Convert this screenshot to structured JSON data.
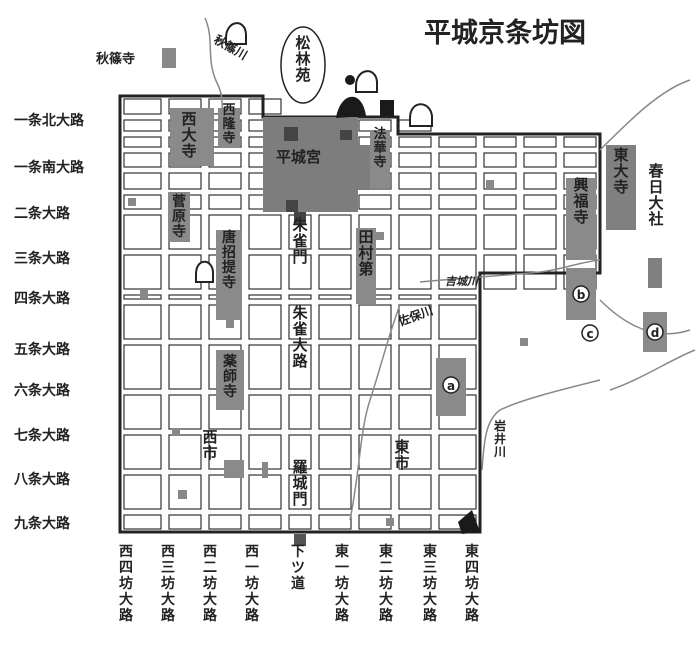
{
  "title": "平城京条坊図",
  "palace": "平城宮",
  "north_streets": [
    "一条北大路",
    "一条南大路",
    "二条大路",
    "三条大路",
    "四条大路",
    "五条大路",
    "六条大路",
    "七条大路",
    "八条大路",
    "九条大路"
  ],
  "south_streets": [
    {
      "id": "w4",
      "text": "西四坊大路"
    },
    {
      "id": "w3",
      "text": "西三坊大路"
    },
    {
      "id": "w2",
      "text": "西二坊大路"
    },
    {
      "id": "w1",
      "text": "西一坊大路"
    },
    {
      "id": "shimotsumichi",
      "text": "下ツ道"
    },
    {
      "id": "e1",
      "text": "東一坊大路"
    },
    {
      "id": "e2",
      "text": "東二坊大路"
    },
    {
      "id": "e3",
      "text": "東三坊大路"
    },
    {
      "id": "e4",
      "text": "東四坊大路"
    }
  ],
  "places": {
    "akishinodera": "秋篠寺",
    "shorinen": "松林苑",
    "saidaiji": "西大寺",
    "sairyuji": "西隆寺",
    "hokkeji": "法華寺",
    "todaiji": "東大寺",
    "kasuga": "春日大社",
    "kofukuji": "興福寺",
    "sugawaradera": "菅原寺",
    "toshodaiji": "唐招提寺",
    "suzakumon": "朱雀門",
    "suzakuoji": "朱雀大路",
    "tamuradai": "田村第",
    "yakushiji": "薬師寺",
    "nishiichi": "西市",
    "higashiichi": "東市",
    "rajomon": "羅城門"
  },
  "rivers": {
    "akishino": "秋篠川",
    "yoshiki": "吉城川",
    "saho": "佐保川",
    "iwai": "岩井川"
  },
  "markers": [
    "a",
    "b",
    "c",
    "d"
  ],
  "colors": {
    "ink": "#222222",
    "gray": "#777777",
    "lightgray": "#9a9a9a",
    "paper": "#ffffff"
  }
}
